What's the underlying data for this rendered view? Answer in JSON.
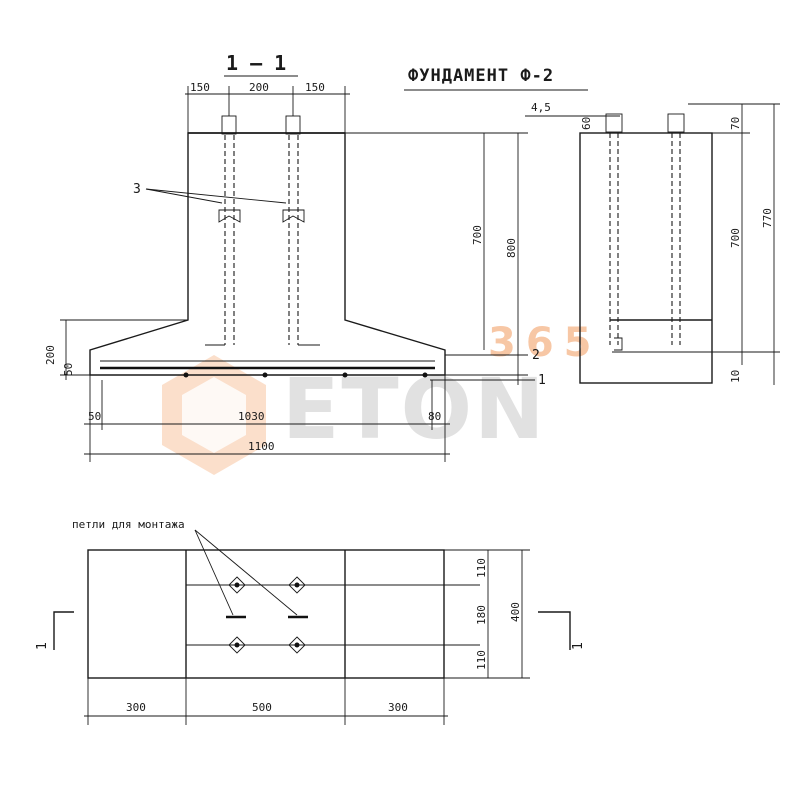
{
  "title": "ФУНДАМЕНТ Ф-2",
  "section_mark": "1 — 1",
  "callout_loops": "петли для монтажа",
  "callouts": {
    "c3": "3",
    "c2": "2",
    "c1": "1"
  },
  "section_view": {
    "top_dims": [
      "150",
      "200",
      "150"
    ],
    "height_dims": [
      "700",
      "800"
    ],
    "left_dims": [
      "200",
      "50"
    ],
    "base_dims": [
      "50",
      "1030",
      "80",
      "1100"
    ]
  },
  "side_view": {
    "dims": [
      "4,5",
      "60",
      "70",
      "700",
      "770",
      "10"
    ]
  },
  "plan_view": {
    "width_dims": [
      "300",
      "500",
      "300"
    ],
    "height_dims": [
      "110",
      "180",
      "110",
      "400"
    ],
    "cut_marks": [
      "1",
      "1"
    ]
  },
  "watermark": {
    "number": "365",
    "text": "ETON"
  }
}
